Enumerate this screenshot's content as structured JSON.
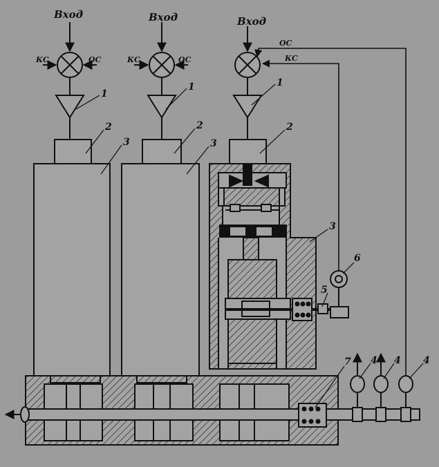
{
  "figure": {
    "input_label_1": "Вход",
    "input_label_2": "Вход",
    "input_label_3": "Вход",
    "ks_label_1": "КС",
    "os_label_1": "ОС",
    "ks_label_2": "КС",
    "os_label_2": "ОС",
    "os_label_3": "ОС",
    "ks_label_3": "КС",
    "callouts": {
      "amp_1": "1",
      "amp_2": "1",
      "amp_3": "1",
      "act_1": "2",
      "act_2": "2",
      "act_3": "2",
      "valve_1": "3",
      "valve_2": "3",
      "valve_3": "3",
      "sensor_a": "4",
      "sensor_b": "4",
      "sensor_c": "4",
      "sensor_5": "5",
      "sensor_6": "6",
      "spring_7": "7"
    }
  },
  "colors": {
    "background": "#9c9c9c",
    "ink": "#111111",
    "body_fill": "#a3a3a3"
  }
}
